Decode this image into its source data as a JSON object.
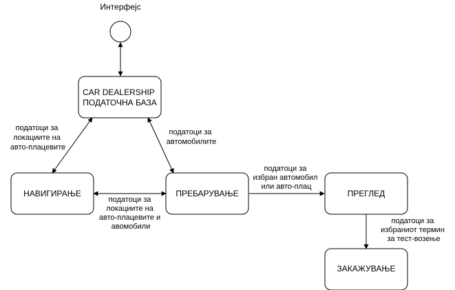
{
  "interface_label": "Интерфејс",
  "nodes": {
    "database": [
      "CAR DEALERSHIP",
      "ПОДАТОЧНА БАЗА"
    ],
    "navigation": "НАВИГИРАЊЕ",
    "search": "ПРЕБАРУВАЊЕ",
    "review": "ПРЕГЛЕД",
    "booking": "ЗАКАЖУВАЊЕ"
  },
  "edge_labels": {
    "db_navigation": [
      "податоци за",
      "локациите на",
      "авто-плацевите"
    ],
    "db_search": [
      "податоци за",
      "автомобилите"
    ],
    "navigation_search": [
      "податоци за",
      "локациите на",
      "авто-плацевите и",
      "авомобили"
    ],
    "search_review": [
      "податоци за",
      "избран автомобил",
      "или авто-плац"
    ],
    "review_booking": [
      "податоци за",
      "избраниот термин",
      "за тест-возење"
    ]
  },
  "colors": {
    "stroke": "#000000",
    "fill": "#ffffff"
  }
}
